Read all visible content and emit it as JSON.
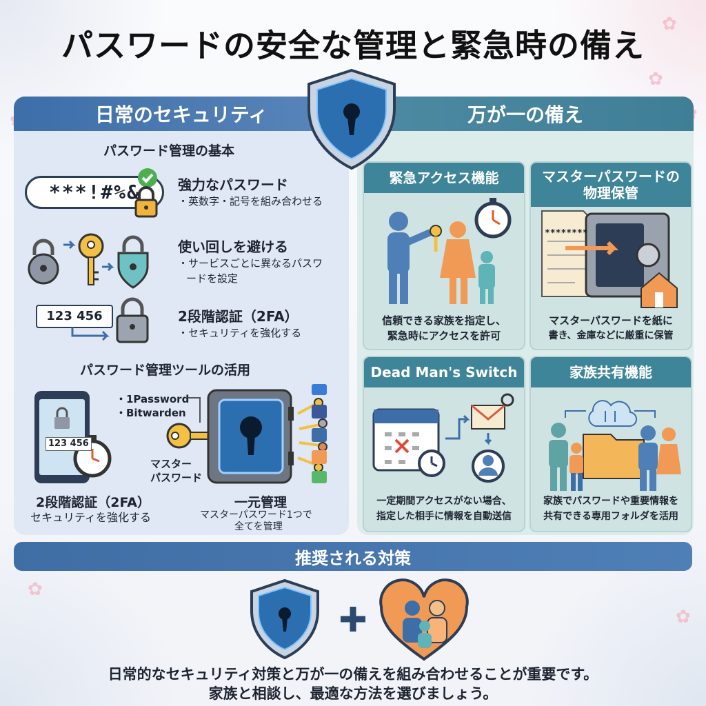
{
  "title": "パスワードの安全な管理と緊急時の備え",
  "left": {
    "header": "日常のセキュリティ",
    "basics_title": "パスワード管理の基本",
    "password_sample": "***!#%&",
    "strong": {
      "title": "強力なパスワード",
      "desc": "・英数字・記号を組み合わせる"
    },
    "reuse": {
      "title": "使い回しを避ける",
      "desc1": "・サービスごとに異なるパスワ",
      "desc2": "ードを設定"
    },
    "code_sample": "123 456",
    "twofa": {
      "title": "2段階認証（2FA）",
      "desc": "・セキュリティを強化する"
    },
    "tools_title": "パスワード管理ツールの活用",
    "tool1": "・1Password",
    "tool2": "・Bitwarden",
    "phone_code": "123 456",
    "master_label1": "マスター",
    "master_label2": "パスワード",
    "twofa2_title": "2段階認証（2FA）",
    "twofa2_desc": "セキュリティを強化する",
    "central_title": "一元管理",
    "central_desc1": "マスターパスワード1つで",
    "central_desc2": "全てを管理"
  },
  "right": {
    "header": "万が一の備え",
    "cards": [
      {
        "title": "緊急アクセス機能",
        "line1": "信頼できる家族を指定し、",
        "line2": "緊急時にアクセスを許可"
      },
      {
        "title1": "マスターパスワードの",
        "title2": "物理保管",
        "line1": "マスターパスワードを紙に",
        "line2": "書き、金庫などに厳重に保管"
      },
      {
        "title": "Dead Man's Switch",
        "line1": "一定期間アクセスがない場合、",
        "line2": "指定した相手に情報を自動送信"
      },
      {
        "title": "家族共有機能",
        "line1": "家族でパスワードや重要情報を",
        "line2": "共有できる専用フォルダを活用"
      }
    ],
    "paper_text": "********"
  },
  "recommend": "推奨される対策",
  "footer_line1": "日常的なセキュリティ対策と万が一の備えを組み合わせることが重要です。",
  "footer_line2": "家族と相談し、最適な方法を選びましょう。",
  "colors": {
    "blue": "#3d6ea8",
    "teal": "#3f8599",
    "orange": "#f09a55"
  }
}
